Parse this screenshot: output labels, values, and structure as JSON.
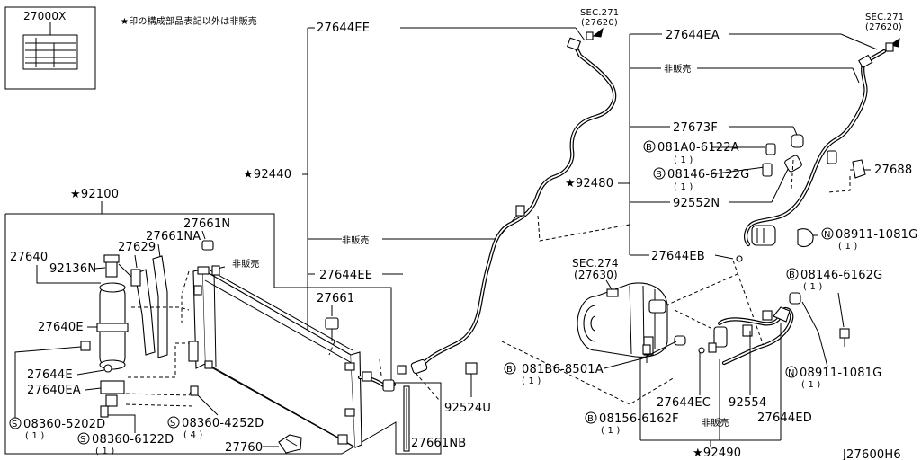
{
  "texts": {
    "ref_label": "27000X",
    "note": "★印の構成部品表記以外は非販売",
    "footer_code": "J27600H6",
    "not_sold": "非販売",
    "not_sold_1": "非販売",
    "not_sold_2": "非販売",
    "not_sold_3": "非販売",
    "sec271_a": "SEC.271",
    "sec271_a_sub": "(27620)",
    "sec271_b": "SEC.271",
    "sec271_b_sub": "(27620)",
    "sec274": "SEC.274",
    "sec274_sub": "(27630)"
  },
  "labels": {
    "p27644EE_top": "27644EE",
    "p27644EA": "27644EA",
    "p92440": "★92440",
    "p92480": "★92480",
    "p92100": "★92100",
    "p27673F": "27673F",
    "p081A0": "081A0-6122A",
    "p081A0_q": "( 1 )",
    "p08146_6122G": "08146-6122G",
    "p08146_6122G_q": "( 1 )",
    "p27688": "27688",
    "p92552N": "92552N",
    "p08911_top": "08911-1081G",
    "p08911_top_q": "( 1 )",
    "p27644EB": "27644EB",
    "p08146_6162G": "08146-6162G",
    "p08146_6162G_q": "( 1 )",
    "p27661N": "27661N",
    "p27661NA": "27661NA",
    "p27629": "27629",
    "p27640": "27640",
    "p92136N": "92136N",
    "p27644EE_mid": "27644EE",
    "p27661": "27661",
    "p27640E": "27640E",
    "p27644E": "27644E",
    "p27640EA": "27640EA",
    "p08360_5202D": "08360-5202D",
    "p08360_5202D_q": "( 1 )",
    "p08360_6122D": "08360-6122D",
    "p08360_6122D_q": "( 1 )",
    "p08360_4252D": "08360-4252D",
    "p08360_4252D_q": "( 4 )",
    "p27760": "27760",
    "p27661NB": "27661NB",
    "p92524U": "92524U",
    "p081B6": "081B6-8501A",
    "p081B6_q": "( 1 )",
    "p08156": "08156-6162F",
    "p08156_q": "( 1 )",
    "p27644EC": "27644EC",
    "p92554": "92554",
    "p27644ED": "27644ED",
    "p08911_bot": "08911-1081G",
    "p08911_bot_q": "( 1 )",
    "p92490": "★92490"
  },
  "prefixes": {
    "bolt": "B",
    "nut": "N",
    "screw": "S"
  }
}
